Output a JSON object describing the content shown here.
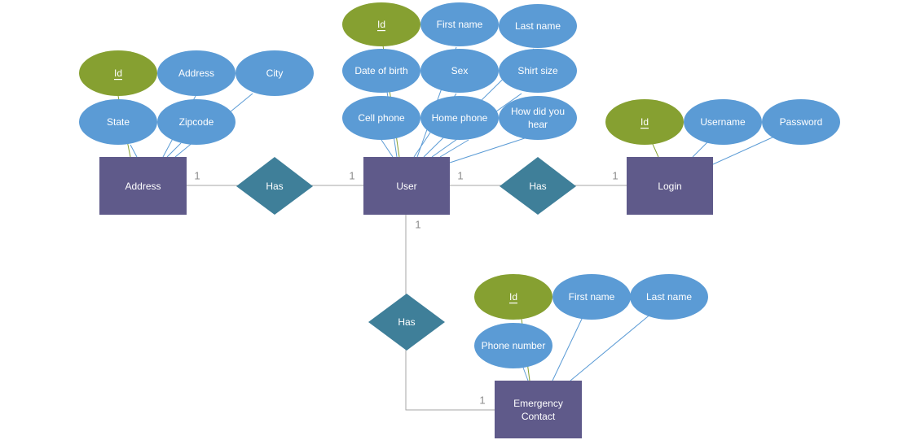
{
  "colors": {
    "entity": "#5f5a8a",
    "relationship": "#3f7f99",
    "attribute": "#5b9bd5",
    "key_attribute": "#86a031",
    "line_attribute": "#5b9bd5",
    "line_relationship": "#a6a6a6",
    "text": "#ffffff",
    "cardinality": "#8c8c8c"
  },
  "entities": {
    "address": {
      "label": "Address"
    },
    "user": {
      "label": "User"
    },
    "login": {
      "label": "Login"
    },
    "emergency": {
      "label_line1": "Emergency",
      "label_line2": "Contact"
    }
  },
  "relationships": {
    "address_user": {
      "label": "Has",
      "card_left": "1",
      "card_right": "1"
    },
    "user_login": {
      "label": "Has",
      "card_left": "1",
      "card_right": "1"
    },
    "user_emergency": {
      "label": "Has",
      "card_top": "1",
      "card_bottom": "1"
    }
  },
  "attributes": {
    "address": {
      "id": "Id",
      "address": "Address",
      "city": "City",
      "state": "State",
      "zipcode": "Zipcode"
    },
    "user": {
      "id": "Id",
      "first_name": "First name",
      "last_name": "Last name",
      "dob": "Date of birth",
      "sex": "Sex",
      "shirt_size": "Shirt size",
      "cell_phone": "Cell phone",
      "home_phone": "Home phone",
      "hear_line1": "How did you",
      "hear_line2": "hear"
    },
    "login": {
      "id": "Id",
      "username": "Username",
      "password": "Password"
    },
    "emergency": {
      "id": "Id",
      "first_name": "First name",
      "last_name": "Last name",
      "phone_number": "Phone number"
    }
  }
}
